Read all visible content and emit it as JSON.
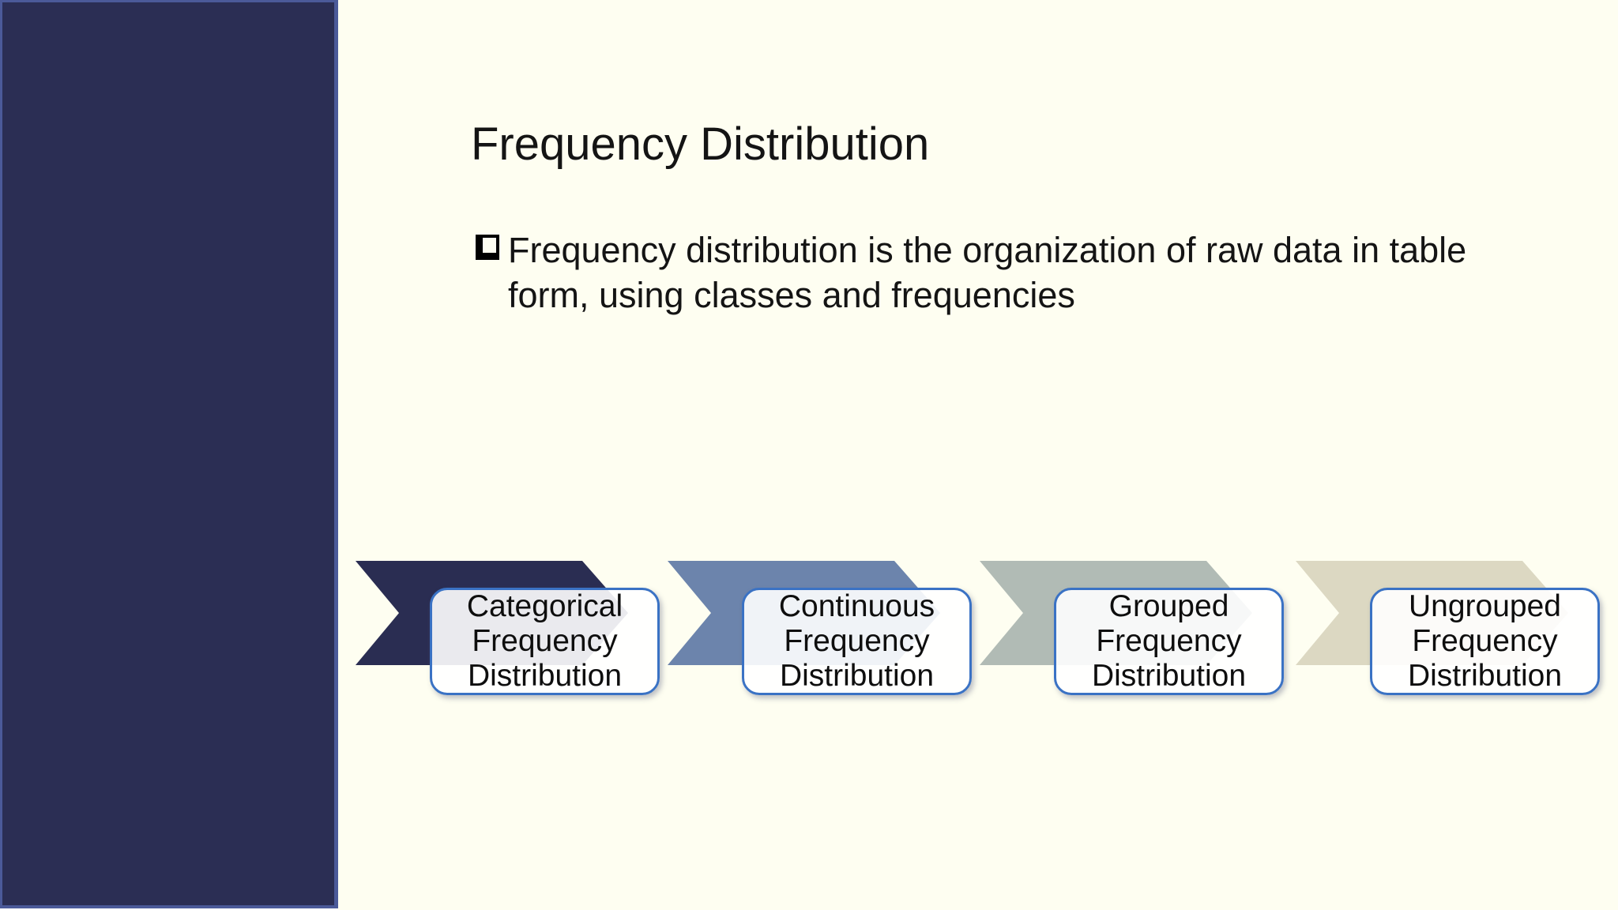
{
  "slide": {
    "title": "Frequency Distribution",
    "bullet": {
      "lines": [
        "Frequency distribution is the organization of raw data in table",
        "form, using classes and frequencies"
      ]
    },
    "process": {
      "items": [
        {
          "label": "Categorical Frequency Distribution",
          "color": "#2A2D52"
        },
        {
          "label": "Continuous Frequency Distribution",
          "color": "#6C84AC"
        },
        {
          "label": "Grouped Frequency Distribution",
          "color": "#B1BBB5"
        },
        {
          "label": "Ungrouped Frequency Distribution",
          "color": "#DCD8C2"
        }
      ],
      "box_border_color": "#3A72C4",
      "box_fill": "rgba(255,255,255,0.9)"
    },
    "colors": {
      "background": "#FEFEF1",
      "sidebar": "#2B2E54",
      "sidebar_border": "#4B5A99",
      "text": "#141414"
    }
  }
}
